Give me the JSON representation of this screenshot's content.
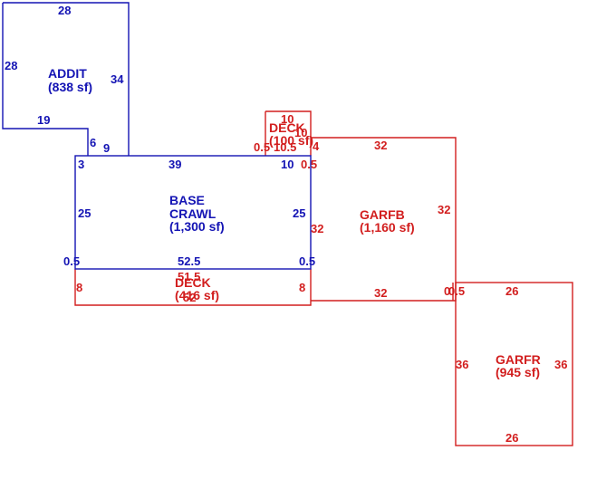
{
  "colors": {
    "primary": "#1414b4",
    "secondary": "#d21e1e",
    "background": "#ffffff"
  },
  "areas": {
    "addit": {
      "name": "ADDIT",
      "area": "(838 sf)"
    },
    "base": {
      "name_line1": "BASE",
      "name_line2": "CRAWL",
      "area": "(1,300 sf)"
    },
    "garfb": {
      "name": "GARFB",
      "area": "(1,160 sf)"
    },
    "garfr": {
      "name": "GARFR",
      "area": "(945 sf)"
    },
    "deck_top": {
      "name": "DECK",
      "area": "(100 sf)"
    },
    "deck_bottom": {
      "name": "DECK",
      "area": "(416 sf)"
    }
  },
  "dimensions": {
    "addit": {
      "top": "28",
      "left": "28",
      "right": "34",
      "notch_bottom": "19",
      "notch_side": "6",
      "bottom_right": "9"
    },
    "base": {
      "left_step": "3",
      "top": "39",
      "top_right": "10",
      "left": "25",
      "right": "25",
      "bottom": "52.5",
      "bottom_left": "0.5",
      "bottom_right": "0.5"
    },
    "garfb": {
      "top": "32",
      "right": "32",
      "left": "32",
      "bottom": "32",
      "top_left": "0.5",
      "bottom_right": "0.5"
    },
    "garfr": {
      "top": "26",
      "left": "36",
      "right": "36",
      "bottom": "26",
      "top_left": "0"
    },
    "deck_top": {
      "top": "10",
      "right": "10",
      "left_bottom": "0.5",
      "bottom": "10.5",
      "right_bottom": "4"
    },
    "deck_bottom": {
      "top": "51.5",
      "bottom": "52",
      "left": "8",
      "right": "8"
    }
  }
}
